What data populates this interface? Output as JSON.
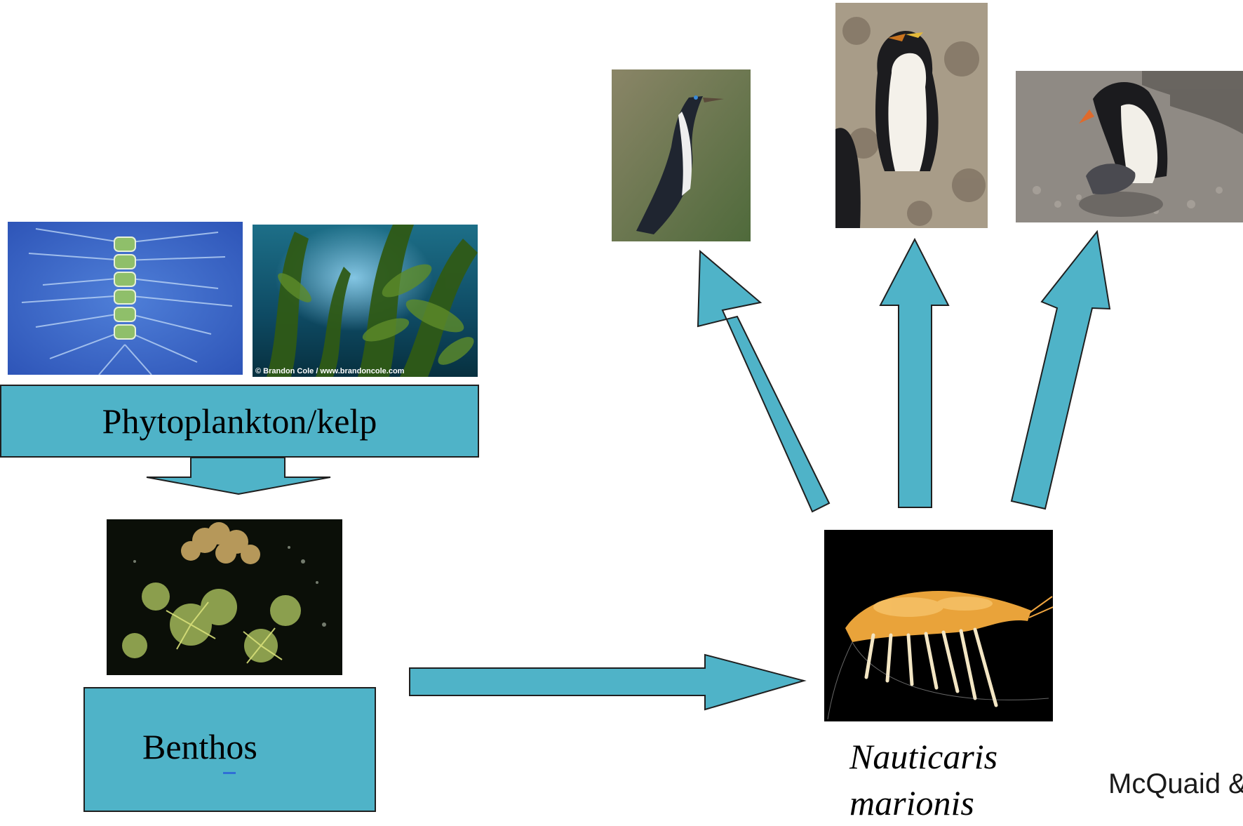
{
  "producers": {
    "label": "Phytoplankton/kelp",
    "kelp_credit": "© Brandon Cole / www.brandoncole.com"
  },
  "benthos": {
    "label": "Benthos"
  },
  "consumer": {
    "species_line1": "Nauticaris",
    "species_line2": "marionis"
  },
  "citation": "McQuaid &",
  "colors": {
    "arrow_fill": "#4fb3c8",
    "arrow_stroke": "#1f1f1f"
  }
}
